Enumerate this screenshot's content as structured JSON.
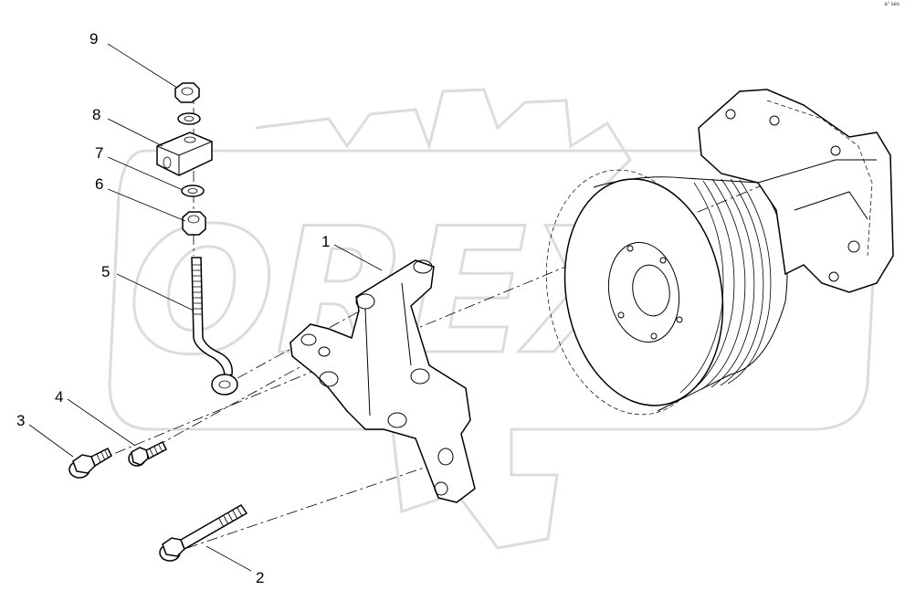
{
  "corner_mark": "a° ses",
  "watermark_text": "OREX",
  "callouts": [
    {
      "num": "1",
      "part": "bracket"
    },
    {
      "num": "2",
      "part": "long-bolt"
    },
    {
      "num": "3",
      "part": "flange-bolt"
    },
    {
      "num": "4",
      "part": "short-bolt"
    },
    {
      "num": "5",
      "part": "threaded-rod-with-eye"
    },
    {
      "num": "6",
      "part": "nut"
    },
    {
      "num": "7",
      "part": "washer"
    },
    {
      "num": "8",
      "part": "spacer-block"
    },
    {
      "num": "9",
      "part": "nut"
    }
  ]
}
